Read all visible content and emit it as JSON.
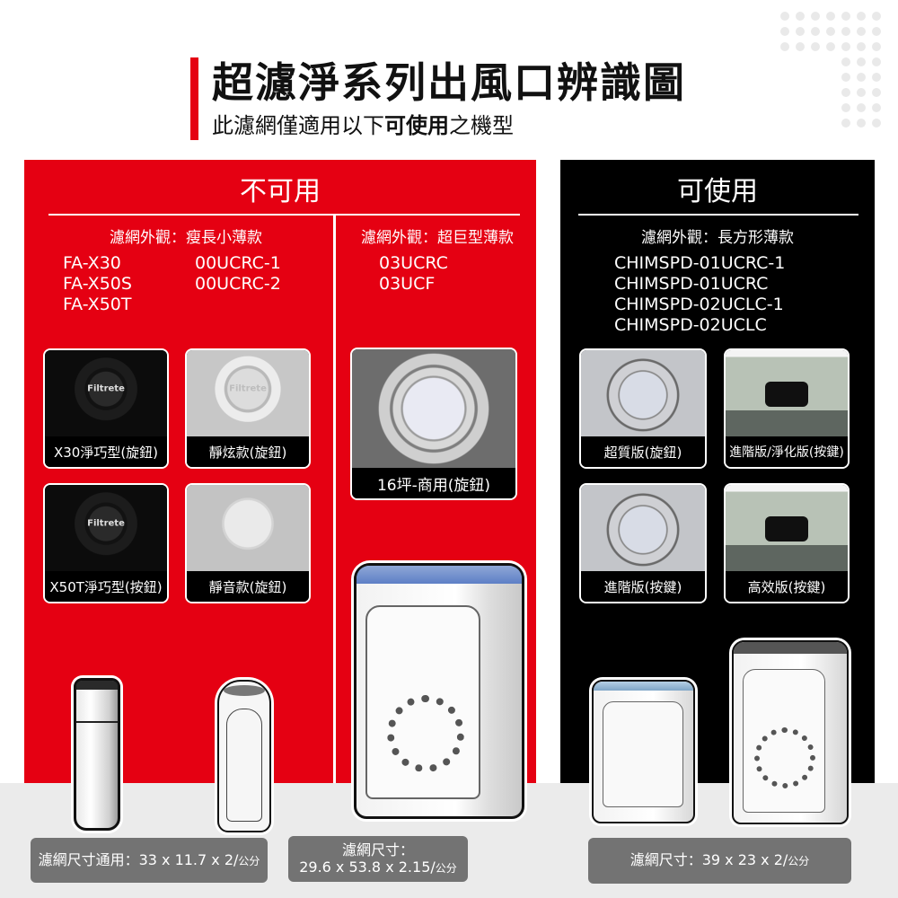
{
  "header": {
    "title": "超濾淨系列出風口辨識圖",
    "subtitle_prefix": "此濾網僅適用以下",
    "subtitle_bold": "可使用",
    "subtitle_suffix": "之機型",
    "accent_color": "#e50012"
  },
  "panels": {
    "not_usable": {
      "heading": "不可用",
      "bg_color": "#e50012",
      "groups": [
        {
          "label": "濾網外觀：瘦長小薄款",
          "models_col1": [
            "FA-X30",
            "FA-X50S",
            "FA-X50T"
          ],
          "models_col2": [
            "00UCRC-1",
            "00UCRC-2"
          ],
          "thumbnails": [
            {
              "caption": "X30淨巧型(旋鈕)",
              "logo": "Filtrete"
            },
            {
              "caption": "靜炫款(旋鈕)",
              "logo": "Filtrete"
            },
            {
              "caption": "X50T淨巧型(按鈕)",
              "logo": "Filtrete"
            },
            {
              "caption": "靜音款(旋鈕)",
              "logo": ""
            }
          ],
          "size_prefix": "濾網尺寸通用：33 x 11.7 x 2/",
          "size_unit": "公分"
        },
        {
          "label": "濾網外觀：超巨型薄款",
          "models_col1": [
            "03UCRC",
            "03UCF"
          ],
          "thumbnails": [
            {
              "caption": "16坪-商用(旋鈕)"
            }
          ],
          "size_line1": "濾網尺寸：",
          "size_line2_prefix": "29.6 x 53.8 x 2.15/",
          "size_unit": "公分"
        }
      ]
    },
    "usable": {
      "heading": "可使用",
      "bg_color": "#000000",
      "label": "濾網外觀：長方形薄款",
      "models": [
        "CHIMSPD-01UCRC-1",
        "CHIMSPD-01UCRC",
        "CHIMSPD-02UCLC-1",
        "CHIMSPD-02UCLC"
      ],
      "thumbnails": [
        {
          "caption": "超質版(旋鈕)"
        },
        {
          "caption": "進階版/淨化版(按鍵)"
        },
        {
          "caption": "進階版(按鍵)"
        },
        {
          "caption": "高效版(按鍵)"
        }
      ],
      "size_prefix": "濾網尺寸：39 x 23 x 2/",
      "size_unit": "公分"
    }
  },
  "icons": {
    "decor": "dot-grid-decoration",
    "products": [
      "slim-purifier-silver",
      "slim-purifier-white",
      "large-purifier-blue-top",
      "compact-purifier",
      "tall-purifier"
    ]
  },
  "colors": {
    "size_label_bg": "#737373",
    "bottom_band": "#ebebeb",
    "dots": "#e9e9e9"
  }
}
